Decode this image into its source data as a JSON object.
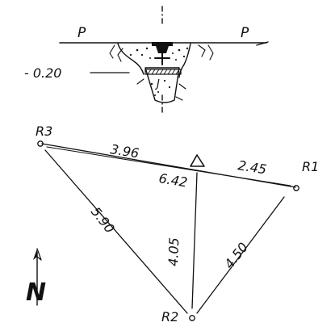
{
  "section": {
    "left_label": "P",
    "right_label": "P",
    "depth_label": "- 0.20",
    "core_letter": "J"
  },
  "survey": {
    "points": {
      "r3": "R3",
      "r1": "R1",
      "r2": "R2"
    },
    "distances": {
      "r3_to_station": "3.96",
      "station_to_r1": "2.45",
      "r3_to_r1": "6.42",
      "r3_to_r2": "5.90",
      "station_to_r2": "4.05",
      "r1_to_r2": "4.50"
    }
  },
  "north_label": "N"
}
